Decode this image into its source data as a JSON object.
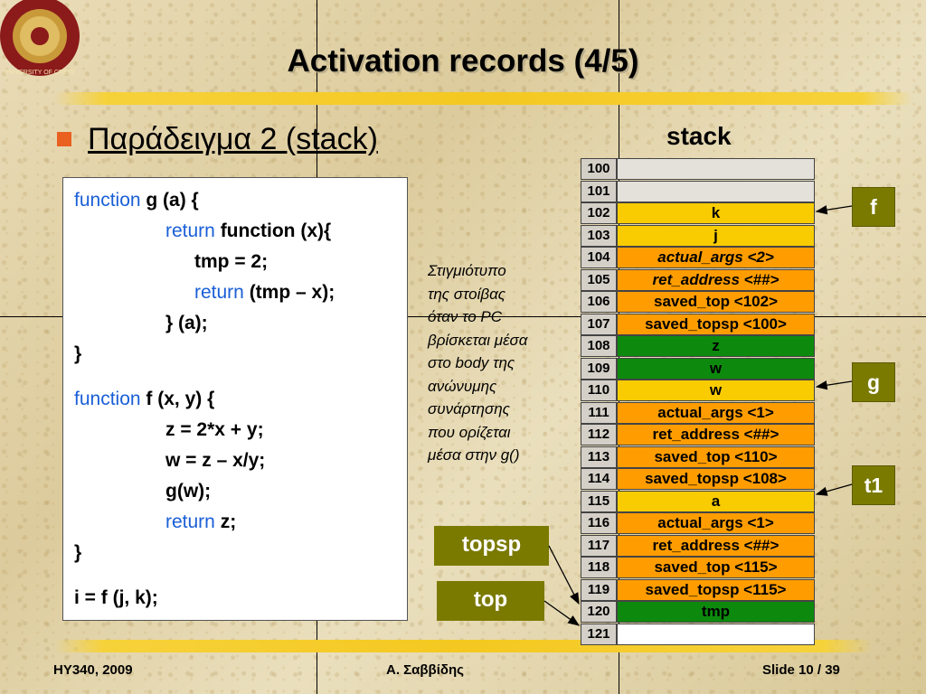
{
  "slide": {
    "title": "Activation records (4/5)",
    "subtitle": "Παράδειγμα 2 (stack)",
    "stack_label": "stack",
    "logo_text": "UNIVERSITY OF CRETE"
  },
  "code": {
    "lines": [
      {
        "kw": "function",
        "text": " g (a) {"
      },
      {
        "kw": "return",
        "text": " function (x){"
      },
      {
        "kw": "",
        "text": "tmp = 2;"
      },
      {
        "kw": "return",
        "text": " (tmp – x);"
      },
      {
        "kw": "",
        "text": "} (a);"
      },
      {
        "kw": "",
        "text": "}"
      },
      {
        "kw": "function",
        "text": " f (x, y) {"
      },
      {
        "kw": "",
        "text": "z = 2*x + y;"
      },
      {
        "kw": "",
        "text": "w = z – x/y;"
      },
      {
        "kw": "",
        "text": "g(w);"
      },
      {
        "kw": "return",
        "text": " z;"
      },
      {
        "kw": "",
        "text": "}"
      },
      {
        "kw": "",
        "text": "i = f (j, k);"
      }
    ]
  },
  "annotation": [
    "Στιγμιότυπο",
    "της στοίβας",
    "όταν το PC",
    "βρίσκεται μέσα",
    "στο body της",
    "ανώνυμης",
    "συνάρτησης",
    "που ορίζεται",
    "μέσα στην g()"
  ],
  "stack": [
    {
      "addr": "100",
      "content": "",
      "color": "#e4e1da"
    },
    {
      "addr": "101",
      "content": "",
      "color": "#e4e1da"
    },
    {
      "addr": "102",
      "content": "k",
      "color": "#f8cc00"
    },
    {
      "addr": "103",
      "content": "j",
      "color": "#f8cc00"
    },
    {
      "addr": "104",
      "content": "actual_args <2>",
      "color": "#ff9d00",
      "italic": true
    },
    {
      "addr": "105",
      "content": "ret_address <##>",
      "color": "#ff9d00",
      "italic": true
    },
    {
      "addr": "106",
      "content": "saved_top <102>",
      "color": "#ff9d00"
    },
    {
      "addr": "107",
      "content": "saved_topsp <100>",
      "color": "#ff9d00",
      "partial_italic": true
    },
    {
      "addr": "108",
      "content": "z",
      "color": "#0d8a0d"
    },
    {
      "addr": "109",
      "content": "w",
      "color": "#0d8a0d"
    },
    {
      "addr": "110",
      "content": "w",
      "color": "#f8cc00"
    },
    {
      "addr": "111",
      "content": "actual_args <1>",
      "color": "#ff9d00"
    },
    {
      "addr": "112",
      "content": "ret_address <##>",
      "color": "#ff9d00"
    },
    {
      "addr": "113",
      "content": "saved_top <110>",
      "color": "#ff9d00",
      "partial_italic": true
    },
    {
      "addr": "114",
      "content": "saved_topsp <108>",
      "color": "#ff9d00",
      "partial_italic": true
    },
    {
      "addr": "115",
      "content": "a",
      "color": "#f8cc00"
    },
    {
      "addr": "116",
      "content": "actual_args <1>",
      "color": "#ff9d00"
    },
    {
      "addr": "117",
      "content": "ret_address <##>",
      "color": "#ff9d00"
    },
    {
      "addr": "118",
      "content": "saved_top <115>",
      "color": "#ff9d00"
    },
    {
      "addr": "119",
      "content": "saved_topsp <115>",
      "color": "#ff9d00"
    },
    {
      "addr": "120",
      "content": "tmp",
      "color": "#0d8a0d"
    },
    {
      "addr": "121",
      "content": "",
      "color": "#ffffff"
    }
  ],
  "frame_labels": {
    "f": "f",
    "g": "g",
    "t1": "t1"
  },
  "pointers": {
    "topsp": "topsp",
    "top": "top"
  },
  "colors": {
    "label_bg": "#7a7a00",
    "keyword": "#1a5fd6",
    "bullet": "#ea6020",
    "highlight_brush": "#f4c820"
  },
  "footer": {
    "left": "HY340, 2009",
    "center": "Α. Σαββίδης",
    "right": "Slide 10 / 39"
  }
}
